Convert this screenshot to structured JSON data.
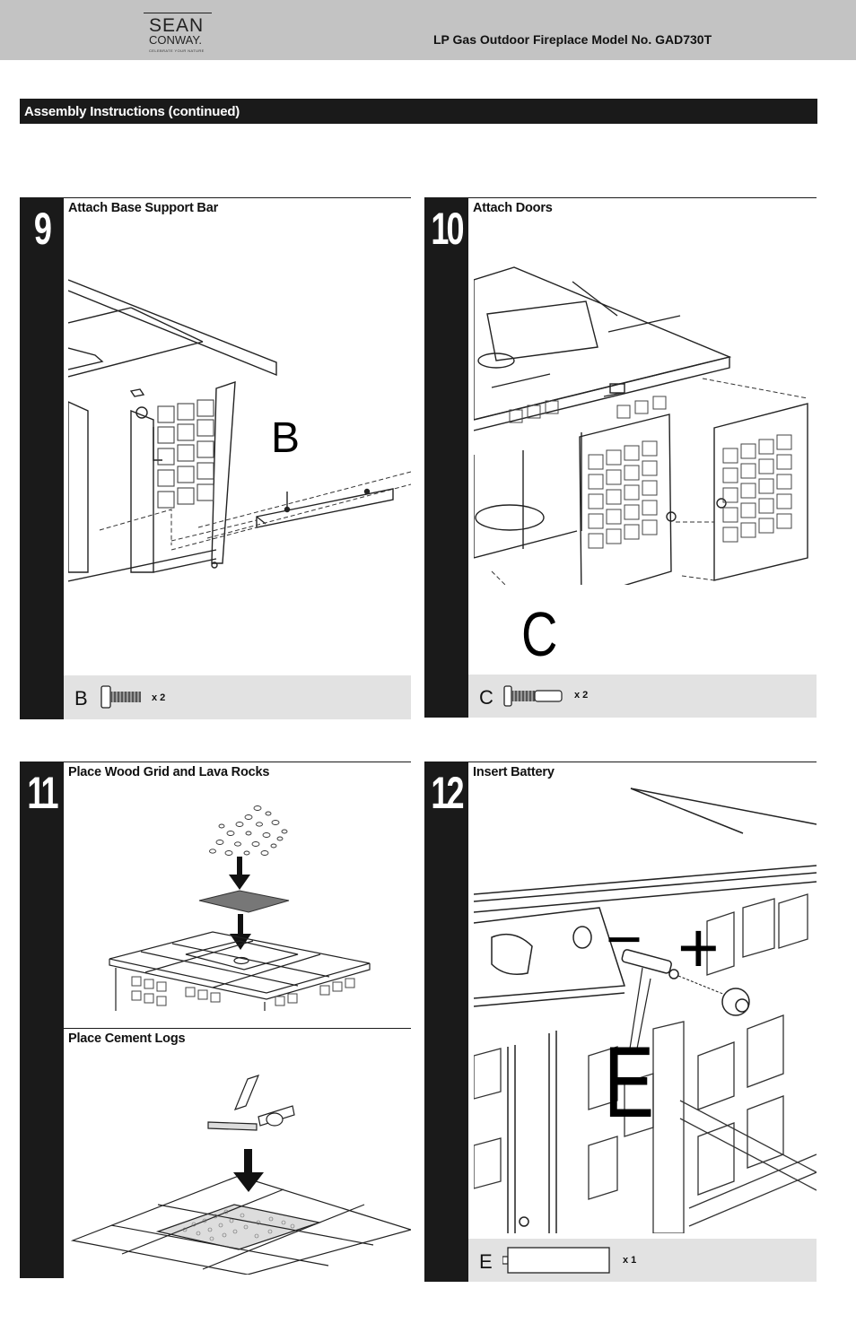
{
  "header": {
    "logo_line1": "SEAN",
    "logo_line2": "CONWAY.",
    "logo_tagline": "CELEBRATE YOUR NATURE",
    "model_text": "LP Gas Outdoor Fireplace Model No. GAD730T"
  },
  "section_title": "Assembly Instructions (continued)",
  "steps": [
    {
      "number": "9",
      "title": "Attach Base Support Bar",
      "callout": "B",
      "part": {
        "letter": "B",
        "quantity": "x 2"
      }
    },
    {
      "number": "10",
      "title": "Attach Doors",
      "callout": "C",
      "part": {
        "letter": "C",
        "quantity": "x 2"
      }
    },
    {
      "number": "11",
      "title": "Place Wood Grid and Lava Rocks",
      "subtitle": "Place Cement Logs"
    },
    {
      "number": "12",
      "title": "Insert Battery",
      "callout": "E",
      "polarity_minus": "−",
      "polarity_plus": "+",
      "part": {
        "letter": "E",
        "quantity": "x 1"
      }
    }
  ],
  "icons": [
    "sean-conway-logo",
    "screw-icon",
    "battery-icon",
    "down-arrow-icon"
  ]
}
